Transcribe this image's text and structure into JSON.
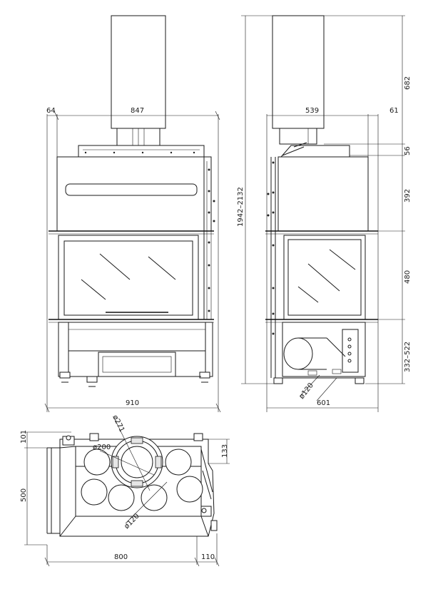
{
  "front_view": {
    "dim_top_left": "64",
    "dim_top_width": "847",
    "dim_bottom_width": "910"
  },
  "side_view": {
    "dim_top_width": "539",
    "dim_top_right": "61",
    "dim_total_height": "1942–2132",
    "dim_flue": "682",
    "dim_collar": "56",
    "dim_upper": "392",
    "dim_glass": "480",
    "dim_base": "332–522",
    "dim_bottom_width": "601",
    "dia_inlet": "ø120"
  },
  "plan_view": {
    "dim_top": "101",
    "dim_depth": "500",
    "dim_right": "133",
    "dim_width": "800",
    "dim_offset": "110",
    "dia_outer": "ø271",
    "dia_flue": "ø200",
    "dia_vent": "ø120"
  }
}
